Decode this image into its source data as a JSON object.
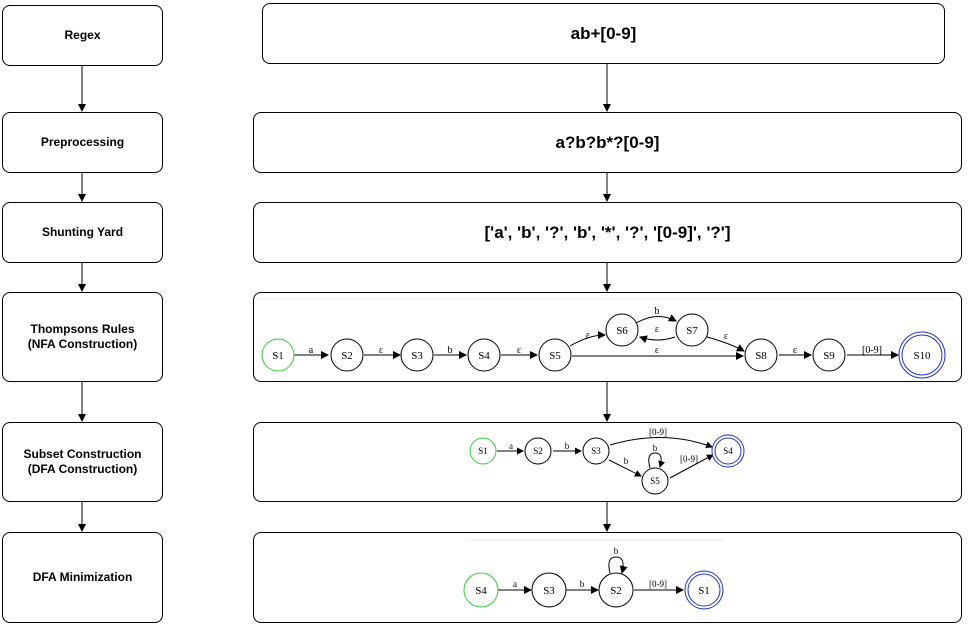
{
  "stages": [
    {
      "lines": [
        "Regex"
      ]
    },
    {
      "lines": [
        "Preprocessing"
      ]
    },
    {
      "lines": [
        "Shunting Yard"
      ]
    },
    {
      "lines": [
        "Thompsons Rules",
        "(NFA Construction)"
      ]
    },
    {
      "lines": [
        "Subset Construction",
        "(DFA Construction)"
      ]
    },
    {
      "lines": [
        "DFA Minimization"
      ]
    }
  ],
  "values": {
    "regex": "ab+[0-9]",
    "preprocessed": "a?b?b*?[0-9]",
    "postfix": "['a', 'b', '?', 'b', '*', '?', '[0-9]', '?']"
  },
  "nfa": {
    "states": [
      "S1",
      "S2",
      "S3",
      "S4",
      "S5",
      "S6",
      "S7",
      "S8",
      "S9",
      "S10"
    ],
    "start": "S1",
    "accept": "S10",
    "edges": [
      {
        "from": "S1",
        "to": "S2",
        "label": "a"
      },
      {
        "from": "S2",
        "to": "S3",
        "label": "ε"
      },
      {
        "from": "S3",
        "to": "S4",
        "label": "b"
      },
      {
        "from": "S4",
        "to": "S5",
        "label": "ε"
      },
      {
        "from": "S5",
        "to": "S6",
        "label": "ε"
      },
      {
        "from": "S6",
        "to": "S7",
        "label": "b"
      },
      {
        "from": "S7",
        "to": "S6",
        "label": "ε"
      },
      {
        "from": "S7",
        "to": "S8",
        "label": "ε"
      },
      {
        "from": "S5",
        "to": "S8",
        "label": "ε"
      },
      {
        "from": "S8",
        "to": "S9",
        "label": "ε"
      },
      {
        "from": "S9",
        "to": "S10",
        "label": "[0-9]"
      }
    ]
  },
  "dfa": {
    "states": [
      "S1",
      "S2",
      "S3",
      "S4",
      "S5"
    ],
    "start": "S1",
    "accept": "S4",
    "edges": [
      {
        "from": "S1",
        "to": "S2",
        "label": "a"
      },
      {
        "from": "S2",
        "to": "S3",
        "label": "b"
      },
      {
        "from": "S3",
        "to": "S4",
        "label": "[0-9]"
      },
      {
        "from": "S3",
        "to": "S5",
        "label": "b"
      },
      {
        "from": "S5",
        "to": "S5",
        "label": "b"
      },
      {
        "from": "S5",
        "to": "S4",
        "label": "[0-9]"
      }
    ]
  },
  "min_dfa": {
    "states": [
      "S4",
      "S3",
      "S2",
      "S1"
    ],
    "start": "S4",
    "accept": "S1",
    "edges": [
      {
        "from": "S4",
        "to": "S3",
        "label": "a"
      },
      {
        "from": "S3",
        "to": "S2",
        "label": "b"
      },
      {
        "from": "S2",
        "to": "S2",
        "label": "b"
      },
      {
        "from": "S2",
        "to": "S1",
        "label": "[0-9]"
      }
    ]
  },
  "colors": {
    "start_state": "#33cc33",
    "accept_state": "#2233bb",
    "line": "#000000"
  }
}
